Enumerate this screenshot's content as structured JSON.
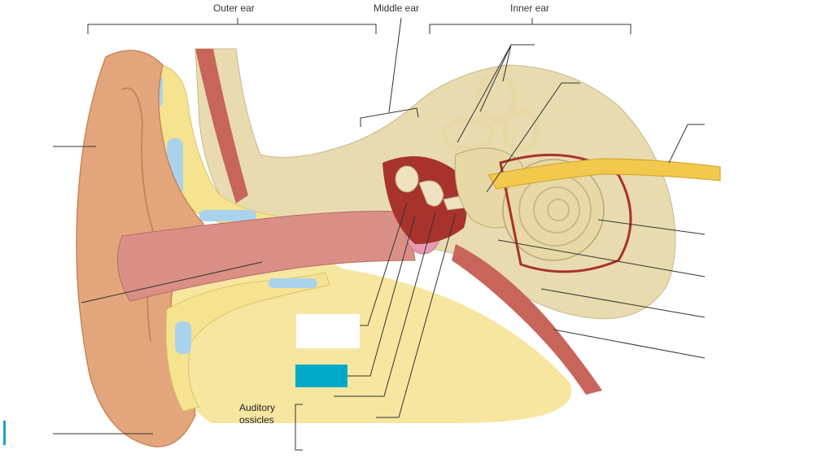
{
  "headers": {
    "outer_ear": "Outer ear",
    "middle_ear": "Middle ear",
    "inner_ear": "Inner ear"
  },
  "labels": {
    "auditory_ossicles": "Auditory\nossicles"
  },
  "colors": {
    "answer_box": "#00a9c8",
    "skin": "#e2a57a",
    "bone": "#e9dcb2",
    "canal": "#d98f86",
    "cochlea": "#e8d8a5",
    "nerve": "#f2c94c",
    "muscle": "#c9675a",
    "cartilage": "#a9d3ec",
    "fat": "#f5e08a"
  }
}
